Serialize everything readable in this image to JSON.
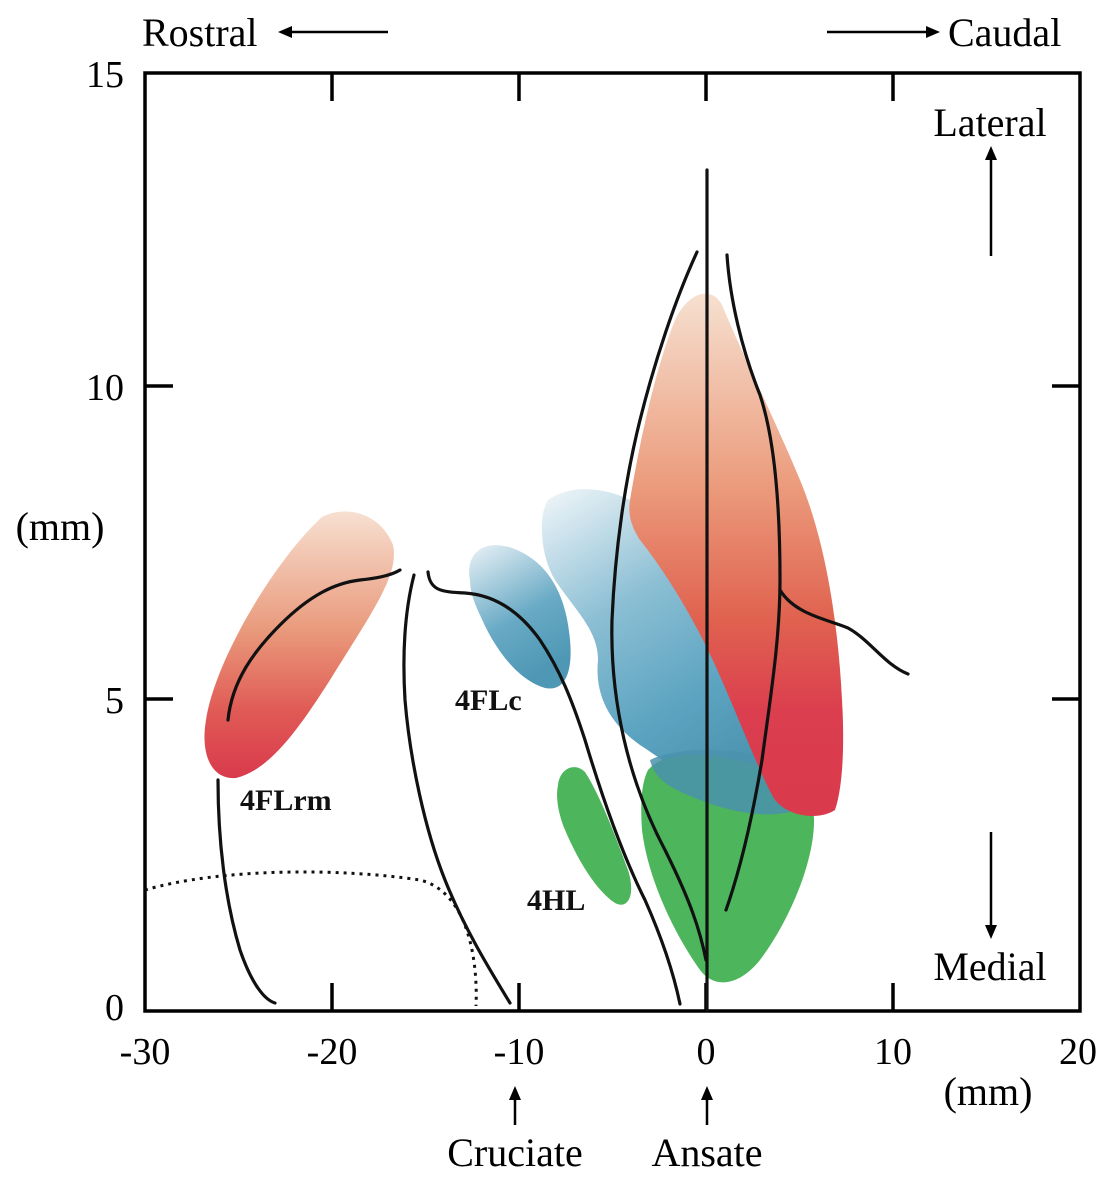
{
  "labels": {
    "rostral": "Rostral",
    "caudal": "Caudal",
    "lateral": "Lateral",
    "medial": "Medial",
    "y_unit": "(mm)",
    "x_unit": "(mm)",
    "cruciate": "Cruciate",
    "ansate": "Ansate"
  },
  "axes": {
    "x_ticks": [
      "-30",
      "-20",
      "-10",
      "0",
      "10",
      "20"
    ],
    "y_ticks": [
      "0",
      "5",
      "10",
      "15"
    ],
    "x_range": [
      -30,
      20
    ],
    "y_range": [
      0,
      15
    ]
  },
  "regions": [
    {
      "id": "4FLrm",
      "label": "4FLrm",
      "color_top": "#f4dccb",
      "color_mid": "#e79a7c",
      "color_bottom": "#db3e4e"
    },
    {
      "id": "4FLc",
      "label": "4FLc",
      "color_top": "#e6eff5",
      "color_bottom": "#57a2bf"
    },
    {
      "id": "4HL",
      "label": "4HL",
      "color": "#4db55c"
    }
  ],
  "colors": {
    "blue_light": "#eef4f8",
    "blue_dark": "#4f98b5",
    "green": "#4db55c",
    "red": "#db3e4e",
    "peach": "#f4d9c6"
  }
}
